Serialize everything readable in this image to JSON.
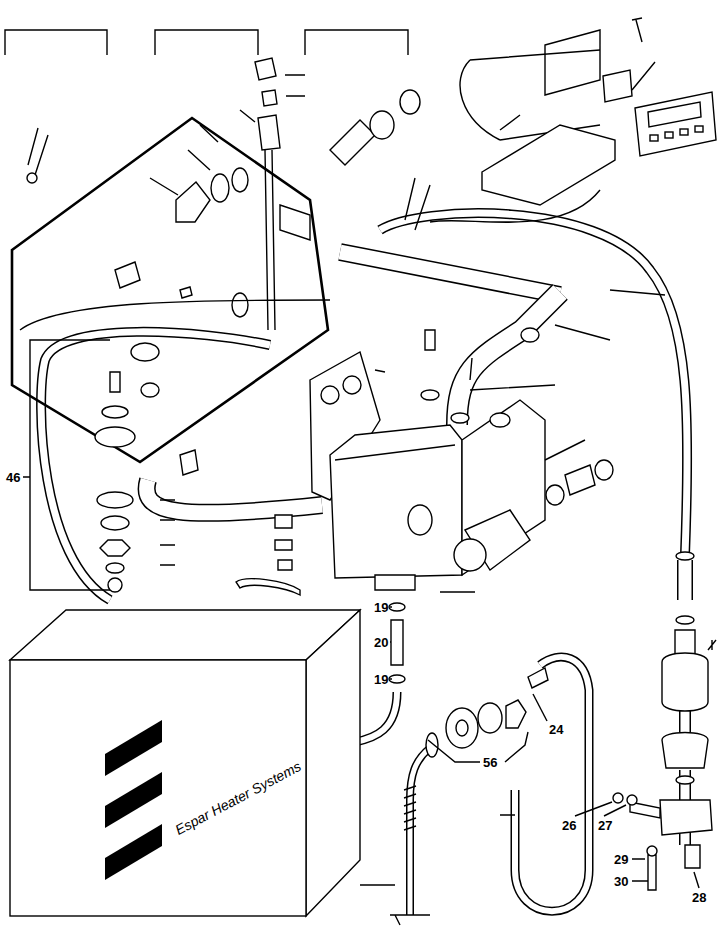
{
  "diagram": {
    "nodes": [
      {
        "text": [
          "Espar Heater Systems"
        ]
      }
    ],
    "labels": [
      "46",
      "19",
      "20",
      "19",
      "24",
      "56",
      "26",
      "27",
      "28",
      "29",
      "30"
    ]
  }
}
